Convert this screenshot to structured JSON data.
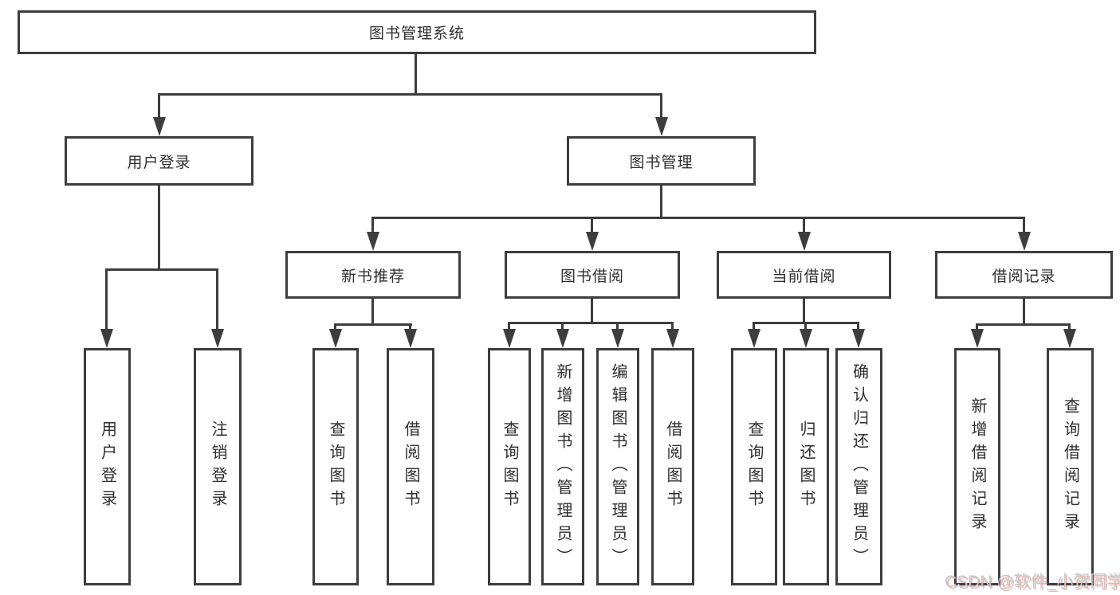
{
  "diagram": {
    "title": {
      "label": "图书管理系统"
    },
    "level2": [
      {
        "label": "用户登录"
      },
      {
        "label": "图书管理"
      }
    ],
    "level3": [
      {
        "label": "新书推荐"
      },
      {
        "label": "图书借阅"
      },
      {
        "label": "当前借阅"
      },
      {
        "label": "借阅记录"
      }
    ],
    "leaves": [
      {
        "label": "用户登录"
      },
      {
        "label": "注销登录"
      },
      {
        "label": "查询图书"
      },
      {
        "label": "借阅图书"
      },
      {
        "label": "查询图书"
      },
      {
        "label": "新增图书（管理员）"
      },
      {
        "label": "编辑图书（管理员）"
      },
      {
        "label": "借阅图书"
      },
      {
        "label": "查询图书"
      },
      {
        "label": "归还图书"
      },
      {
        "label": "确认归还（管理员）"
      },
      {
        "label": "新增借阅记录"
      },
      {
        "label": "查询借阅记录"
      }
    ]
  },
  "watermark": {
    "text": "CSDN @软件_小贺同学"
  },
  "colors": {
    "line": "#3d3d3d",
    "text": "#2e2e2e",
    "background": "#ffffff",
    "watermark": "#c7c7ca",
    "watermark_shadow": "#e06050"
  }
}
